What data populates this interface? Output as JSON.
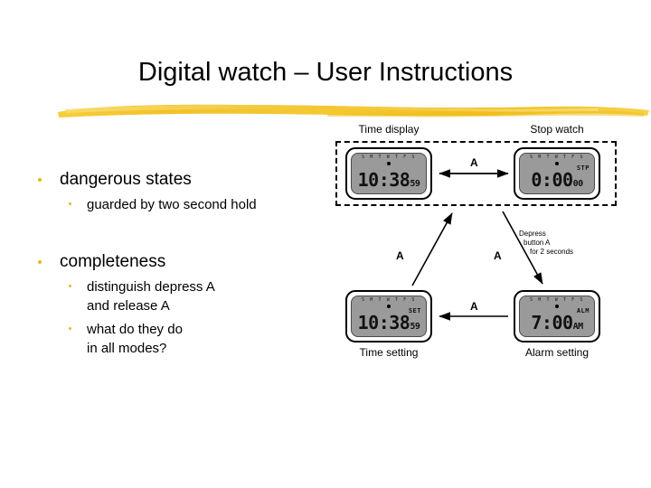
{
  "slide": {
    "title": "Digital watch – User Instructions",
    "accent_color": "#E8B923",
    "bullet_color": "#E8B923",
    "text_color": "#000000"
  },
  "bullets": [
    {
      "level1": "dangerous states",
      "level2": [
        "guarded by two second hold"
      ]
    },
    {
      "level1": "completeness",
      "level2": [
        "distinguish depress A\nand release A",
        "what do they do\nin all modes?"
      ]
    }
  ],
  "bullets_flat": {
    "b1_label": "dangerous states",
    "b1_sub1": "guarded by two second hold",
    "b2_label": "completeness",
    "b2_sub1_line1": "distinguish depress A",
    "b2_sub1_line2": "and release A",
    "b2_sub2_line1": "what do they do",
    "b2_sub2_line2": "in all modes?"
  },
  "diagram": {
    "dashed_group_caption": "",
    "states": {
      "time_display": {
        "caption": "Time display",
        "days": "S M T W T F S",
        "mode": "",
        "time_big": "10:38",
        "time_small": "59"
      },
      "stop_watch": {
        "caption": "Stop watch",
        "days": "S M T W T F S",
        "mode": "STP",
        "time_big": "0:00",
        "time_small": "00"
      },
      "time_setting": {
        "caption": "Time setting",
        "days": "S M T W T F S",
        "mode": "SET",
        "time_big": "10:38",
        "time_small": "59"
      },
      "alarm_setting": {
        "caption": "Alarm setting",
        "days": "S M T W T F S",
        "mode": "ALM",
        "time_big": "7:00",
        "time_small": "AM"
      }
    },
    "transitions": {
      "top_label": "A",
      "bottom_label": "A",
      "left_label": "A",
      "right_label": "A"
    },
    "note": {
      "line1": "Depress",
      "line2": "button A",
      "line3": "for 2 seconds"
    }
  }
}
